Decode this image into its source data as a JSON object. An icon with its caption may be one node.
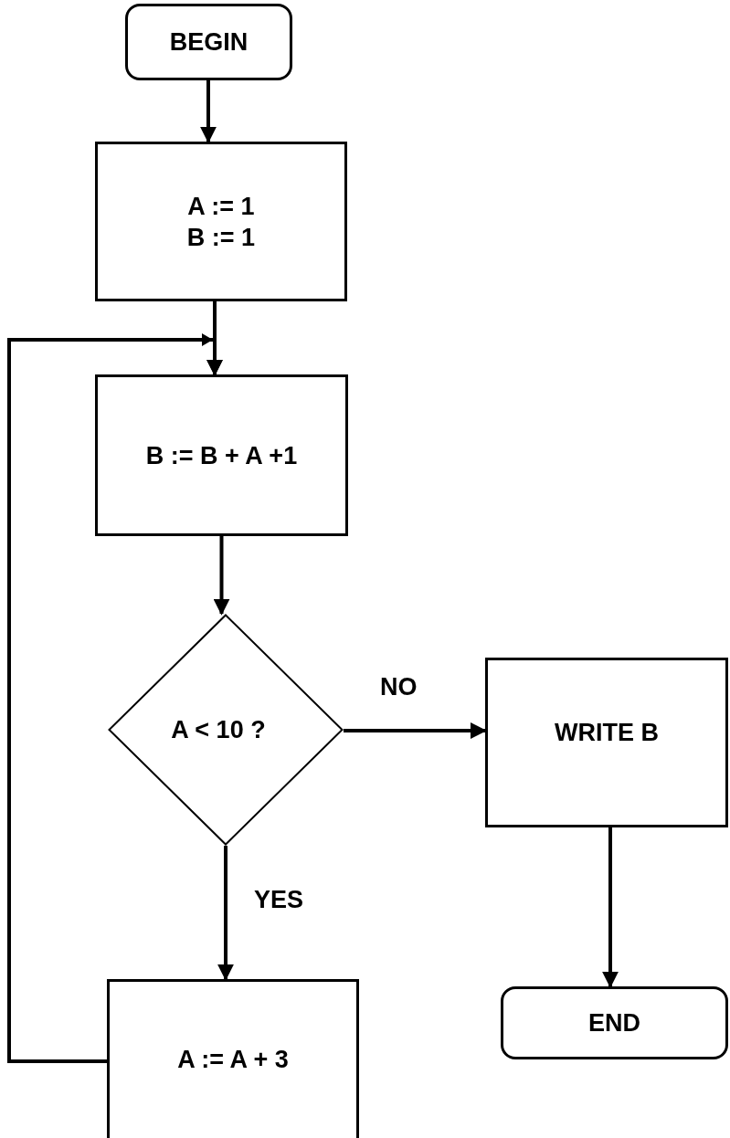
{
  "diagram": {
    "nodes": [
      {
        "text": [
          "BEGIN"
        ]
      },
      {
        "text": [
          "A := 1",
          "B := 1"
        ]
      },
      {
        "text": [
          "B := B + A +1"
        ]
      },
      {
        "text": [
          "A < 10 ?"
        ]
      },
      {
        "text": [
          "WRITE B"
        ]
      },
      {
        "text": [
          "END"
        ]
      },
      {
        "text": [
          "A := A + 3"
        ]
      }
    ],
    "edges": [
      {
        "from": 0,
        "to": 1,
        "arrow": "to"
      },
      {
        "from": 1,
        "to": 2,
        "arrow": "to"
      },
      {
        "from": 2,
        "to": 3,
        "arrow": "to"
      },
      {
        "from": 3,
        "to": 4,
        "arrow": "to",
        "label": "NO"
      },
      {
        "from": 3,
        "to": 6,
        "arrow": "to",
        "label": "YES"
      },
      {
        "from": 4,
        "to": 5,
        "arrow": "to"
      },
      {
        "from": 6,
        "to": 2,
        "arrow": "to"
      }
    ]
  }
}
